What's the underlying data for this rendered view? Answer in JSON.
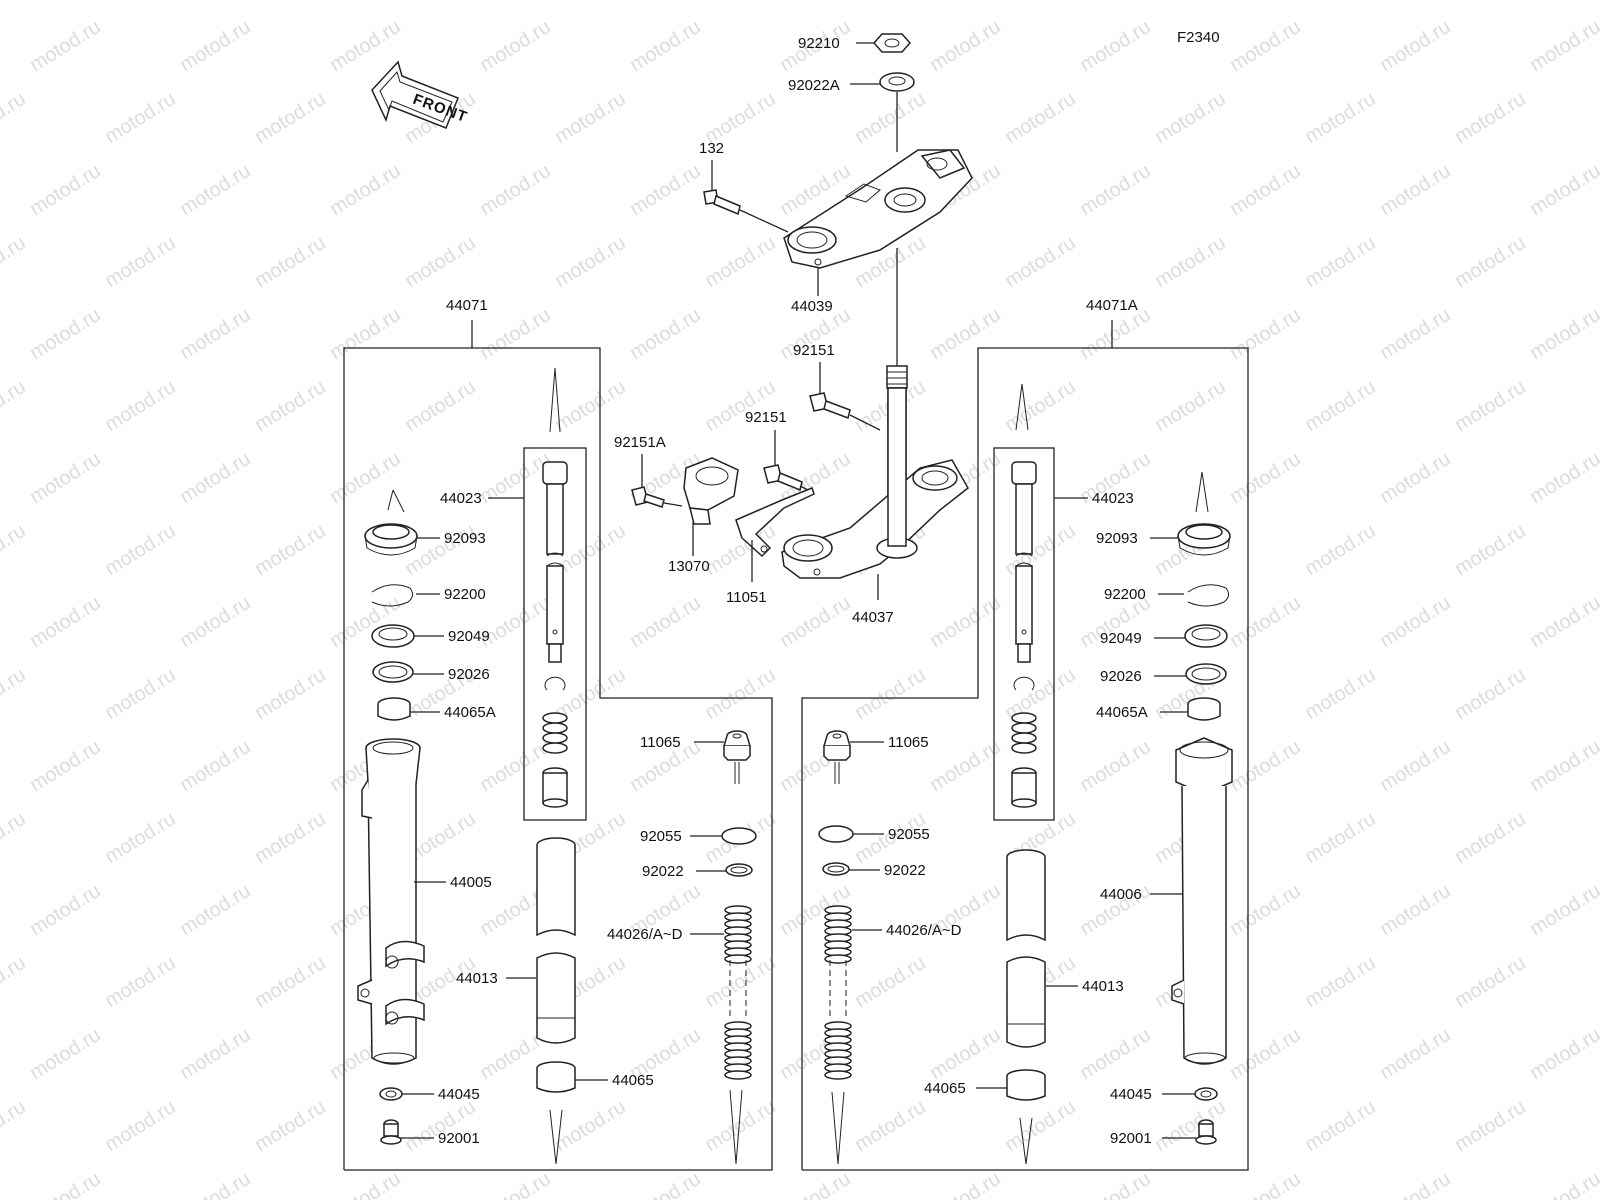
{
  "diagram": {
    "code": "F2340",
    "front_label": "FRONT",
    "watermark": "motod.ru",
    "top": {
      "nut": "92210",
      "washer": "92022A",
      "bolt": "132",
      "upper_bracket": "44039",
      "bolt_a": "92151",
      "bolt_b": "92151",
      "bolt_c": "92151A",
      "holder": "13070",
      "bracket": "11051",
      "lower_bracket": "44037"
    },
    "left_fork": {
      "assembly": "44071",
      "cylinder": "44023",
      "seal_cover": "92093",
      "circlip": "92200",
      "oil_seal": "92049",
      "washer": "92026",
      "bushing_a": "44065A",
      "outer_tube": "44005",
      "inner_tube": "44013",
      "bushing": "44065",
      "gasket": "44045",
      "drain_bolt": "92001",
      "cap": "11065",
      "o_ring": "92055",
      "o_ring_small": "92022",
      "spring": "44026/A~D"
    },
    "right_fork": {
      "assembly": "44071A",
      "cylinder": "44023",
      "seal_cover": "92093",
      "circlip": "92200",
      "oil_seal": "92049",
      "washer": "92026",
      "bushing_a": "44065A",
      "outer_tube": "44006",
      "inner_tube": "44013",
      "bushing": "44065",
      "gasket": "44045",
      "drain_bolt": "92001",
      "cap": "11065",
      "o_ring": "92055",
      "o_ring_small": "92022",
      "spring": "44026/A~D"
    }
  }
}
